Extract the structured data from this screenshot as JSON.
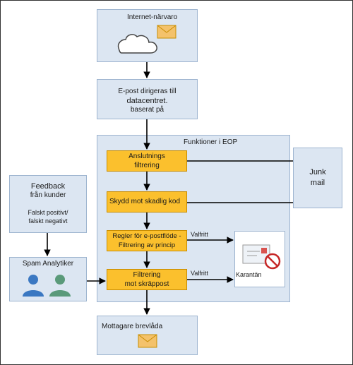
{
  "internet": {
    "title": "Internet-närvaro",
    "cloud_icon": "cloud-icon",
    "mail_icon": "envelope-icon"
  },
  "routing": {
    "line1": "E-post dirigeras till",
    "line2": "datacentret.",
    "line3": "baserat på"
  },
  "eop": {
    "title": "Funktioner i EOP",
    "connection": {
      "line1": "Anslutnings",
      "line2": "filtrering"
    },
    "malware": {
      "label": "Skydd mot skadlig kod"
    },
    "rules": {
      "line1": "Regler för e-postflöde -",
      "line2": "Filtrering av princip"
    },
    "spam": {
      "line1": "Filtrering",
      "line2": "mot skräppost"
    }
  },
  "junk": {
    "line1": "Junk",
    "line2": "mail"
  },
  "feedback": {
    "line1": "Feedback",
    "line2": "från kunder",
    "line3": "Falskt positivt/",
    "line4": "falskt negativt"
  },
  "analysts": {
    "title": "Spam Analytiker",
    "icon": "people-icon"
  },
  "quarantine": {
    "label": "Karantän",
    "icon": "blocked-mail-icon"
  },
  "optional_1": "Valfritt",
  "optional_2": "Valfritt",
  "mailbox": {
    "title": "Mottagare brevlåda",
    "icon": "envelope-icon"
  },
  "colors": {
    "blue_fill": "#dce6f2",
    "blue_border": "#9db4cf",
    "orange": "#fbc02d",
    "person_blue": "#3b78c2",
    "person_green": "#5a9a7a"
  }
}
